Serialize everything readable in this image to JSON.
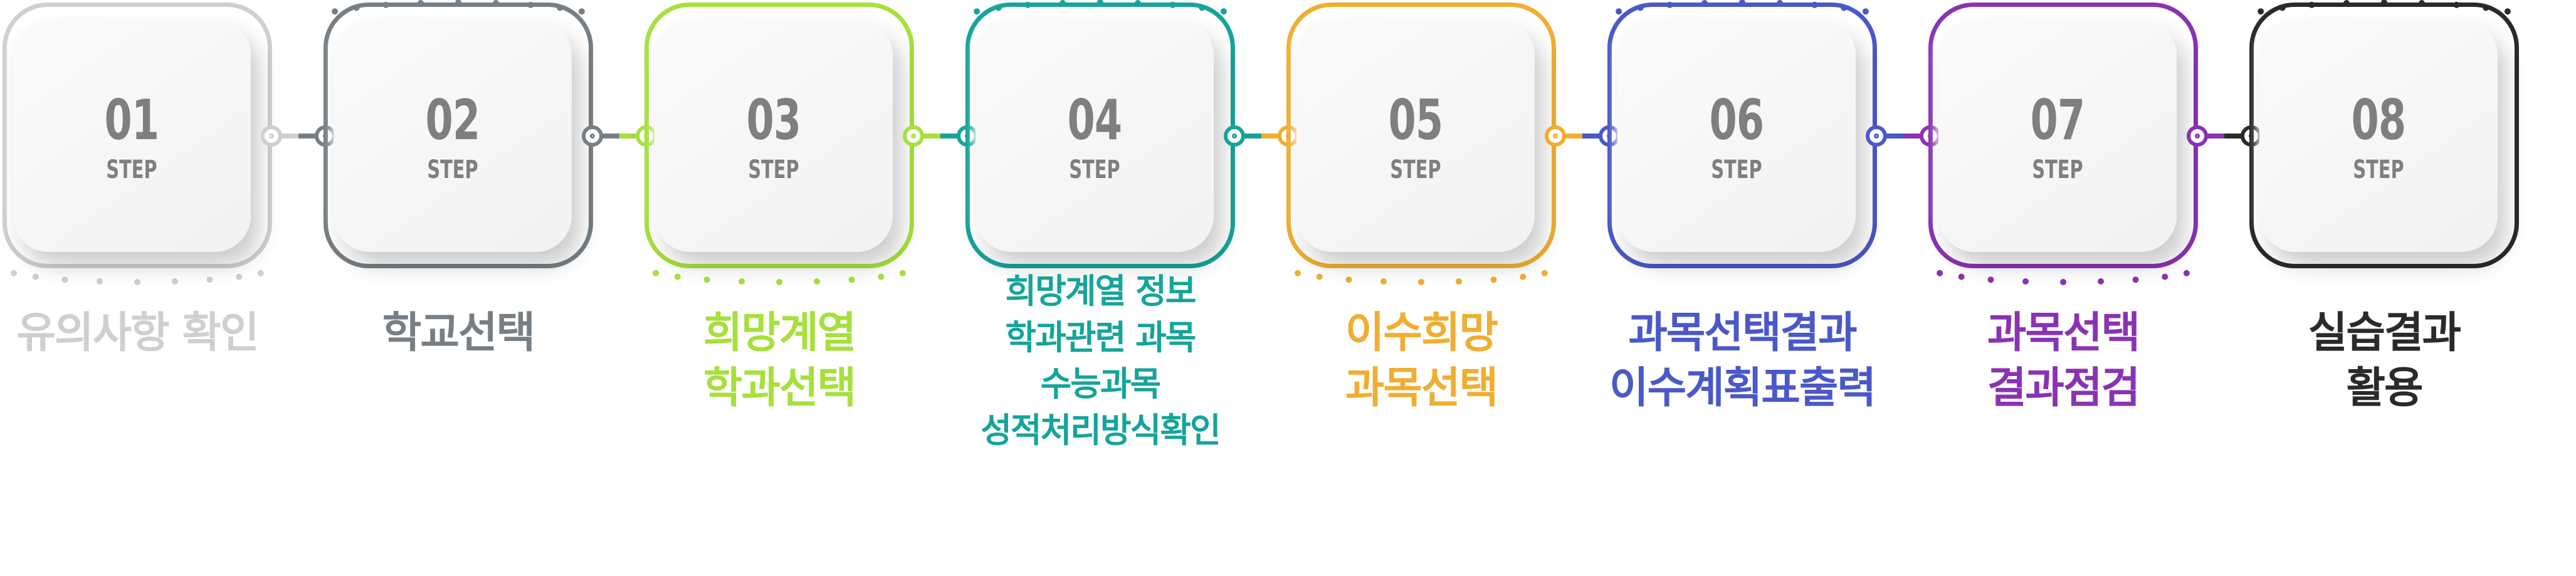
{
  "step_word": "STEP",
  "steps": [
    {
      "num": "01",
      "color": "#cfcfcf",
      "label": [
        "유의사항 확인"
      ]
    },
    {
      "num": "02",
      "color": "#777f84",
      "label": [
        "학교선택"
      ]
    },
    {
      "num": "03",
      "color": "#a6e03a",
      "label": [
        "희망계열",
        "학과선택"
      ]
    },
    {
      "num": "04",
      "color": "#15a49a",
      "label": [
        "희망계열 정보",
        "학과관련 과목",
        "수능과목",
        "성적처리방식확인"
      ]
    },
    {
      "num": "05",
      "color": "#f0ae30",
      "label": [
        "이수희망",
        "과목선택"
      ]
    },
    {
      "num": "06",
      "color": "#4a58c8",
      "label": [
        "과목선택결과",
        "이수계획표출력"
      ]
    },
    {
      "num": "07",
      "color": "#8a32b4",
      "label": [
        "과목선택",
        "결과점검"
      ]
    },
    {
      "num": "08",
      "color": "#2a2a2a",
      "label": [
        "실습결과",
        "활용"
      ]
    }
  ]
}
